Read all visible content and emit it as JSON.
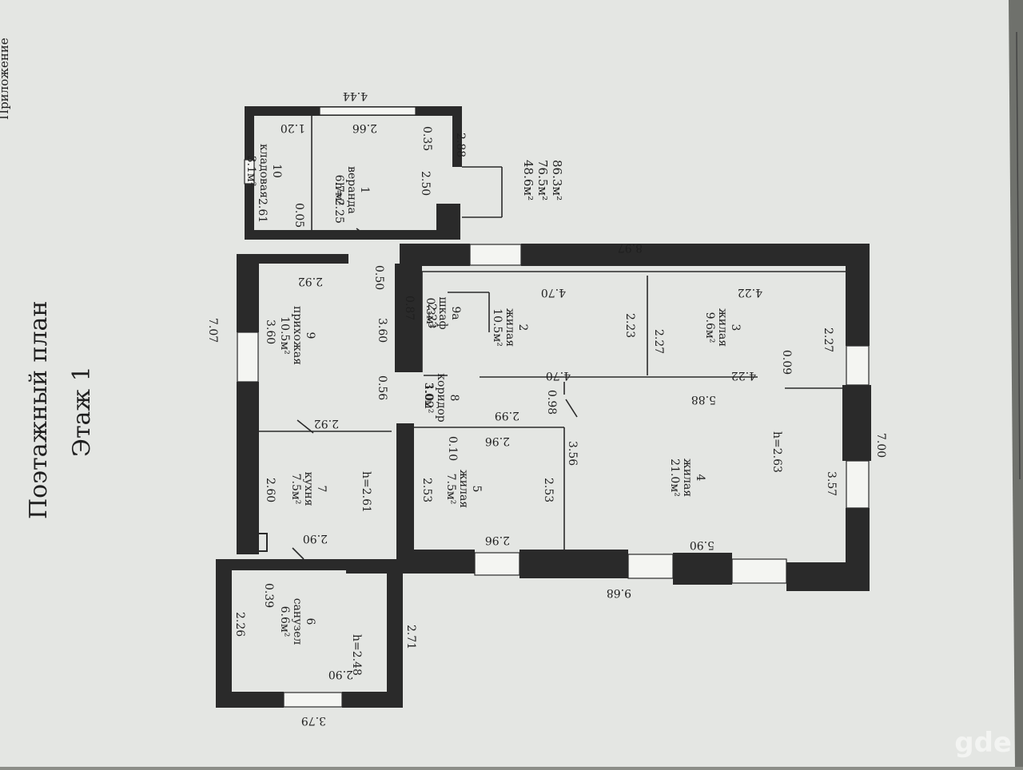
{
  "title": "Поэтажный план",
  "floor": "Этаж 1",
  "edge_text": "Приложение",
  "watermark": "gde",
  "area_totals": [
    "48.6м²",
    "76.5м²",
    "86.3м²"
  ],
  "rooms": [
    {
      "id": "1",
      "name": "веранда",
      "area": "6.7м²"
    },
    {
      "id": "2",
      "name": "жилая",
      "area": "10.5м²"
    },
    {
      "id": "3",
      "name": "жилая",
      "area": "9.6м²"
    },
    {
      "id": "4",
      "name": "жилая",
      "area": "21.0м²"
    },
    {
      "id": "5",
      "name": "жилая",
      "area": "7.5м²"
    },
    {
      "id": "6",
      "name": "санузел",
      "area": "6.6м²"
    },
    {
      "id": "7",
      "name": "кухня",
      "area": "7.5м²"
    },
    {
      "id": "8",
      "name": "коридор",
      "area": "3.0м²"
    },
    {
      "id": "9",
      "name": "прихожая",
      "area": "10.5м²"
    },
    {
      "id": "9а",
      "name": "шкаф",
      "area": "0.3м²"
    },
    {
      "id": "10",
      "name": "кладовая",
      "area": "3.1м²"
    }
  ],
  "heights": [
    "h=2.25",
    "h=2.61",
    "h=2.48",
    "h=2.63"
  ],
  "dimensions": [
    "4.44",
    "1.20",
    "2.66",
    "0.35",
    "2.88",
    "2.61",
    "0.05",
    "2.50",
    "7.07",
    "2.92",
    "3.60",
    "0.50",
    "0.87",
    "3.60",
    "0.56",
    "2.92",
    "2.23",
    "4.70",
    "2.23",
    "4.70",
    "8.97",
    "2.27",
    "4.22",
    "2.27",
    "4.22",
    "0.09",
    "1.02",
    "0.98",
    "5.88",
    "2.99",
    "2.96",
    "0.10",
    "2.53",
    "2.53",
    "3.56",
    "7.00",
    "3.57",
    "2.60",
    "2.90",
    "2.96",
    "5.90",
    "9.68",
    "0.39",
    "2.26",
    "2.71",
    "2.90",
    "3.79"
  ]
}
